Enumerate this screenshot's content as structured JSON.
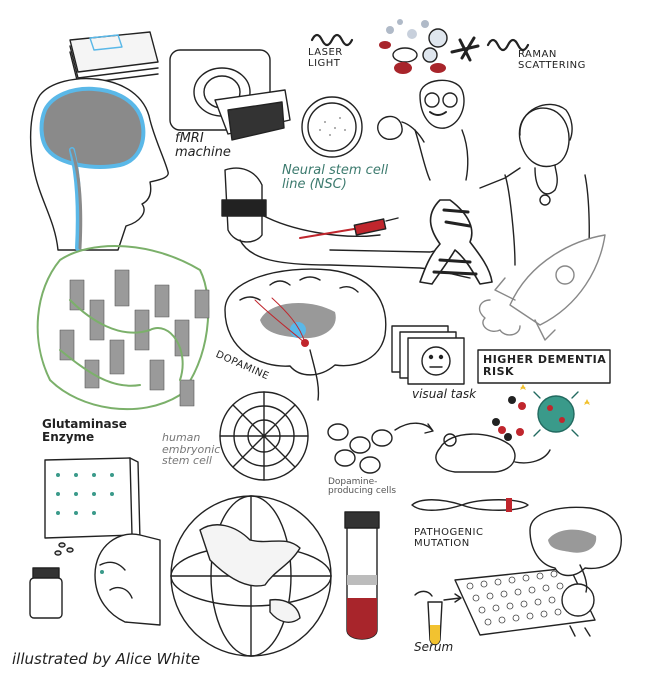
{
  "labels": {
    "laser_light": "LASER\nLIGHT",
    "raman_scattering": "RAMAN\nSCATTERING",
    "fmri_machine": "fMRI\nmachine",
    "neural_stem_cell_line": "Neural stem cell\nline (NSC)",
    "dopamine": "DOPAMINE",
    "higher_dementia_risk": "HIGHER DEMENTIA\nRISK",
    "visual_task": "visual task",
    "glutaminase_enzyme": "Glutaminase\nEnzyme",
    "human_embryonic_stem_cell": "human\nembryonic\nstem cell",
    "dopamine_producing_cells": "Dopamine-\nproducing cells",
    "pathogenic_mutation": "PATHOGENIC\nMUTATION",
    "serum": "Serum",
    "credit": "illustrated by Alice White"
  },
  "colors": {
    "ink": "#222222",
    "brain_gray": "#8a8a8a",
    "brain_blue": "#5ab8e8",
    "cell_green": "#3c7a6e",
    "blood_red": "#c0262d",
    "protein_green": "#7bb06a",
    "virus_teal": "#3a9a8a",
    "star_yellow": "#f2c230"
  }
}
